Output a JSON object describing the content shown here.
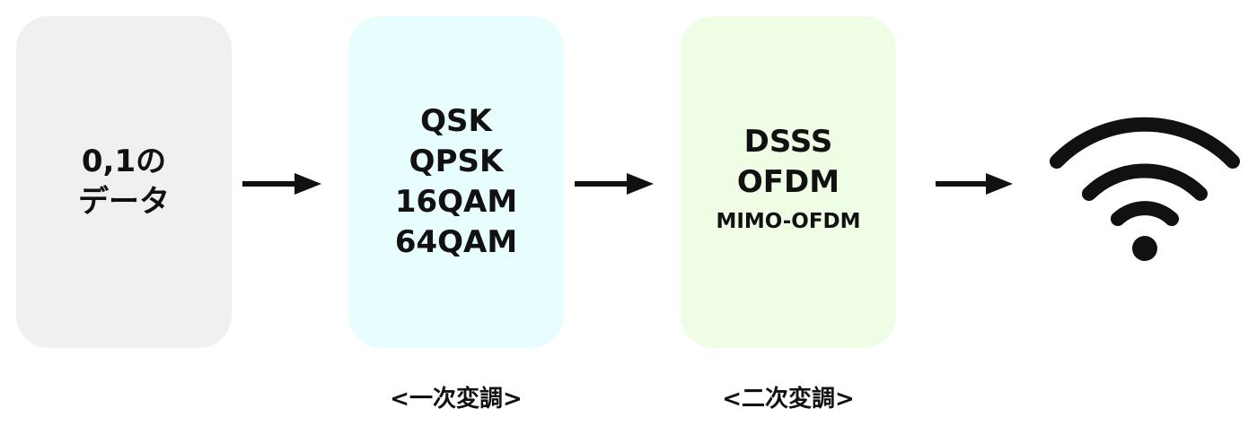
{
  "data_box": {
    "lines": [
      "0,1の",
      "データ"
    ]
  },
  "primary_box": {
    "lines": [
      "QSK",
      "QPSK",
      "16QAM",
      "64QAM"
    ],
    "caption": "<一次変調>"
  },
  "secondary_box": {
    "lines": [
      "DSSS",
      "OFDM"
    ],
    "small_line": "MIMO-OFDM",
    "caption": "<二次変調>"
  },
  "icons": {
    "arrow": "arrow-right-icon",
    "wireless": "wifi-icon"
  },
  "colors": {
    "data_box_bg": "#f0f0f0",
    "primary_box_bg": "#e8fdfd",
    "secondary_box_bg": "#eefde4",
    "ink": "#111111"
  }
}
